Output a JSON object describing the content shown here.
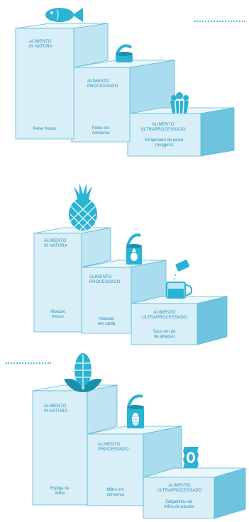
{
  "colors": {
    "front": "#d8eff8",
    "top": "#eaf7fc",
    "side": "#6fc3df",
    "line": "#5bb7d8",
    "icon": "#2ab3d3",
    "icon_dark": "#1a8fab",
    "text": "#2a8fb8",
    "dots": "#46bfd9"
  },
  "groups": [
    {
      "tiers": [
        {
          "category": [
            "ALIMENTO",
            "IN NATURA"
          ],
          "name": [
            "Peixe fresco"
          ],
          "icon": "fish-icon"
        },
        {
          "category": [
            "ALIMENTO",
            "PROCESSADO"
          ],
          "name": [
            "Peixe em",
            "conserva"
          ],
          "icon": "fish-can-icon"
        },
        {
          "category": [
            "ALIMENTO",
            "ULTRAPROCESSADO"
          ],
          "name": [
            "Empanado de peixe",
            "(nuggets)"
          ],
          "icon": "nuggets-box-icon"
        }
      ]
    },
    {
      "tiers": [
        {
          "category": [
            "ALIMENTO",
            "IN NATURA"
          ],
          "name": [
            "Abacaxi",
            "fresco"
          ],
          "icon": "pineapple-icon"
        },
        {
          "category": [
            "ALIMENTO",
            "PROCESSADO"
          ],
          "name": [
            "Abacaxi",
            "em calda"
          ],
          "icon": "pineapple-can-icon"
        },
        {
          "category": [
            "ALIMENTO",
            "ULTRAPROCESSADO"
          ],
          "name": [
            "Suco em pó",
            "de abacaxi"
          ],
          "icon": "juice-pitcher-icon"
        }
      ]
    },
    {
      "tiers": [
        {
          "category": [
            "ALIMENTO",
            "IN NATURA"
          ],
          "name": [
            "Espiga de",
            "milho"
          ],
          "icon": "corn-cob-icon"
        },
        {
          "category": [
            "ALIMENTO",
            "PROCESSADO"
          ],
          "name": [
            "Milho em",
            "conserva"
          ],
          "icon": "corn-can-icon"
        },
        {
          "category": [
            "ALIMENTO",
            "ULTRAPROCESSADO"
          ],
          "name": [
            "Salgadinho de",
            "milho de pacote"
          ],
          "icon": "snack-bag-icon"
        }
      ]
    }
  ]
}
